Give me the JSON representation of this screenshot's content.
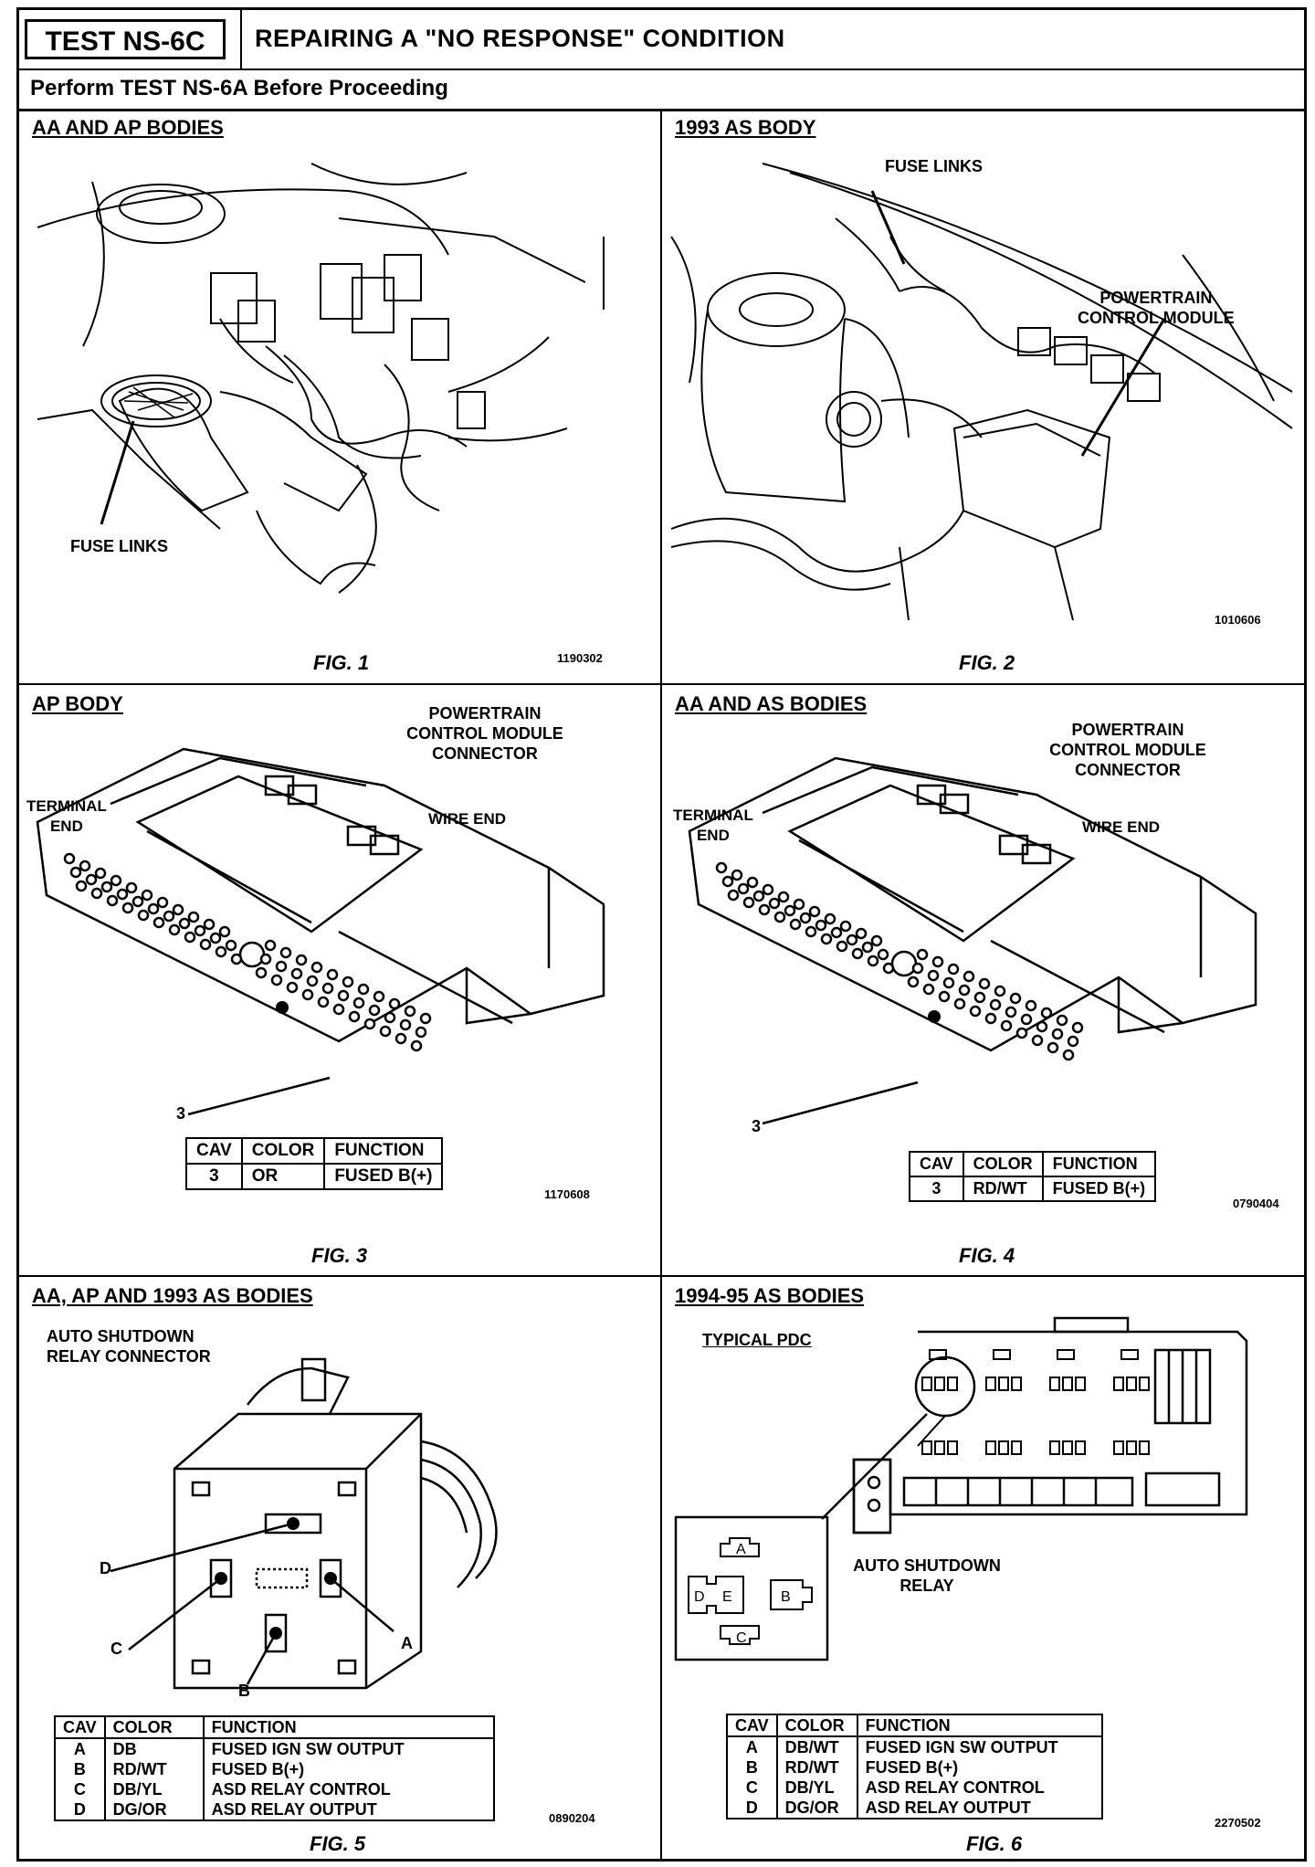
{
  "header": {
    "test_id": "TEST NS-6C",
    "title": "REPAIRING A \"NO RESPONSE\" CONDITION",
    "subtitle": "Perform TEST NS-6A Before Proceeding"
  },
  "panels": {
    "p1": {
      "title": "AA AND AP BODIES",
      "fig": "FIG. 1",
      "code": "1190302",
      "labels": {
        "fuse_links": "FUSE LINKS"
      }
    },
    "p2": {
      "title": "1993 AS BODY",
      "fig": "FIG. 2",
      "code": "1010606",
      "labels": {
        "fuse_links": "FUSE LINKS",
        "pcm_1": "POWERTRAIN",
        "pcm_2": "CONTROL MODULE"
      }
    },
    "p3": {
      "title": "AP BODY",
      "fig": "FIG. 3",
      "code": "1170608",
      "labels": {
        "conn_1": "POWERTRAIN",
        "conn_2": "CONTROL MODULE",
        "conn_3": "CONNECTOR",
        "terminal_1": "TERMINAL",
        "terminal_2": "END",
        "wire_end": "WIRE END",
        "pin": "3"
      },
      "table": {
        "headers": [
          "CAV",
          "COLOR",
          "FUNCTION"
        ],
        "rows": [
          [
            "3",
            "OR",
            "FUSED B(+)"
          ]
        ]
      }
    },
    "p4": {
      "title": "AA AND AS BODIES",
      "fig": "FIG. 4",
      "code": "0790404",
      "labels": {
        "conn_1": "POWERTRAIN",
        "conn_2": "CONTROL MODULE",
        "conn_3": "CONNECTOR",
        "terminal_1": "TERMINAL",
        "terminal_2": "END",
        "wire_end": "WIRE END",
        "pin": "3"
      },
      "table": {
        "headers": [
          "CAV",
          "COLOR",
          "FUNCTION"
        ],
        "rows": [
          [
            "3",
            "RD/WT",
            "FUSED B(+)"
          ]
        ]
      }
    },
    "p5": {
      "title": "AA, AP AND 1993 AS BODIES",
      "fig": "FIG. 5",
      "code": "0890204",
      "labels": {
        "asd_1": "AUTO SHUTDOWN",
        "asd_2": "RELAY CONNECTOR",
        "a": "A",
        "b": "B",
        "c": "C",
        "d": "D"
      },
      "table": {
        "headers": [
          "CAV",
          "COLOR",
          "FUNCTION"
        ],
        "rows": [
          [
            "A",
            "DB",
            "FUSED IGN SW OUTPUT"
          ],
          [
            "B",
            "RD/WT",
            "FUSED B(+)"
          ],
          [
            "C",
            "DB/YL",
            "ASD RELAY CONTROL"
          ],
          [
            "D",
            "DG/OR",
            "ASD RELAY OUTPUT"
          ]
        ]
      }
    },
    "p6": {
      "title": "1994-95 AS BODIES",
      "fig": "FIG. 6",
      "code": "2270502",
      "labels": {
        "pdc": "TYPICAL PDC",
        "asd_1": "AUTO SHUTDOWN",
        "asd_2": "RELAY",
        "a": "A",
        "b": "B",
        "c": "C",
        "d": "D",
        "e": "E"
      },
      "table": {
        "headers": [
          "CAV",
          "COLOR",
          "FUNCTION"
        ],
        "rows": [
          [
            "A",
            "DB/WT",
            "FUSED IGN SW OUTPUT"
          ],
          [
            "B",
            "RD/WT",
            "FUSED B(+)"
          ],
          [
            "C",
            "DB/YL",
            "ASD RELAY CONTROL"
          ],
          [
            "D",
            "DG/OR",
            "ASD RELAY OUTPUT"
          ]
        ]
      }
    }
  }
}
